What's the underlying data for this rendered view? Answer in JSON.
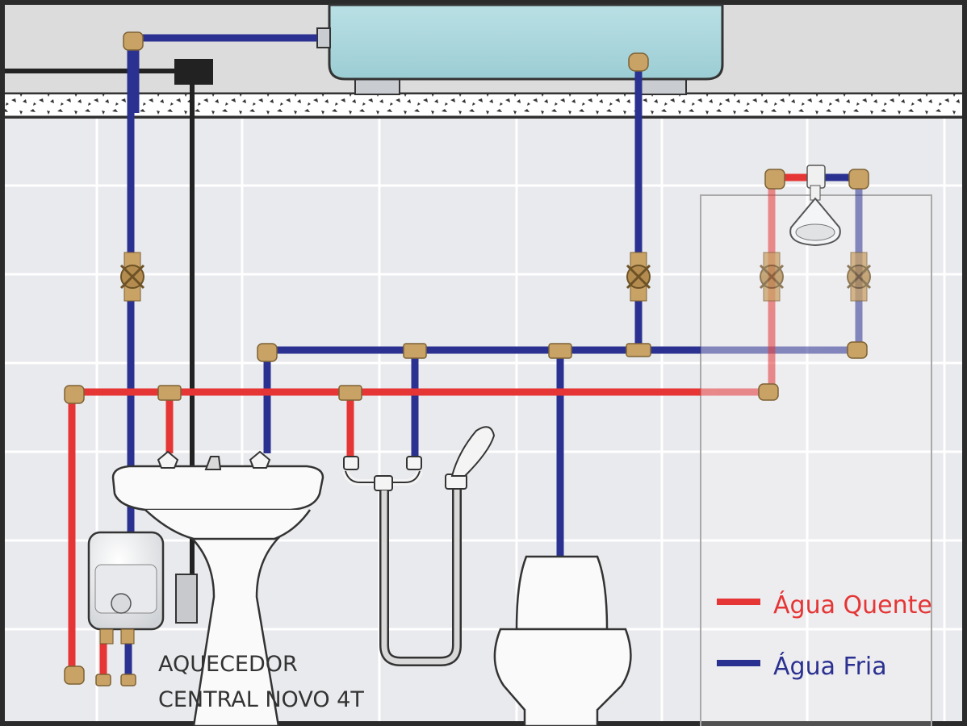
{
  "heater_label": {
    "line1": "AQUECEDOR",
    "line2": "CENTRAL NOVO 4T"
  },
  "legend": [
    {
      "key": "hot",
      "label": "Água Quente",
      "color": "#e53535"
    },
    {
      "key": "cold",
      "label": "Água Fria",
      "color": "#2b3190"
    }
  ],
  "colors": {
    "hot_pipe": "#e53535",
    "cold_pipe": "#2b3190",
    "electric_cable": "#222222",
    "fitting": "#c9a266",
    "tank": "#a8d6dc",
    "wall_tile": "#e9eaed",
    "ceiling": "#dcdcdc"
  }
}
